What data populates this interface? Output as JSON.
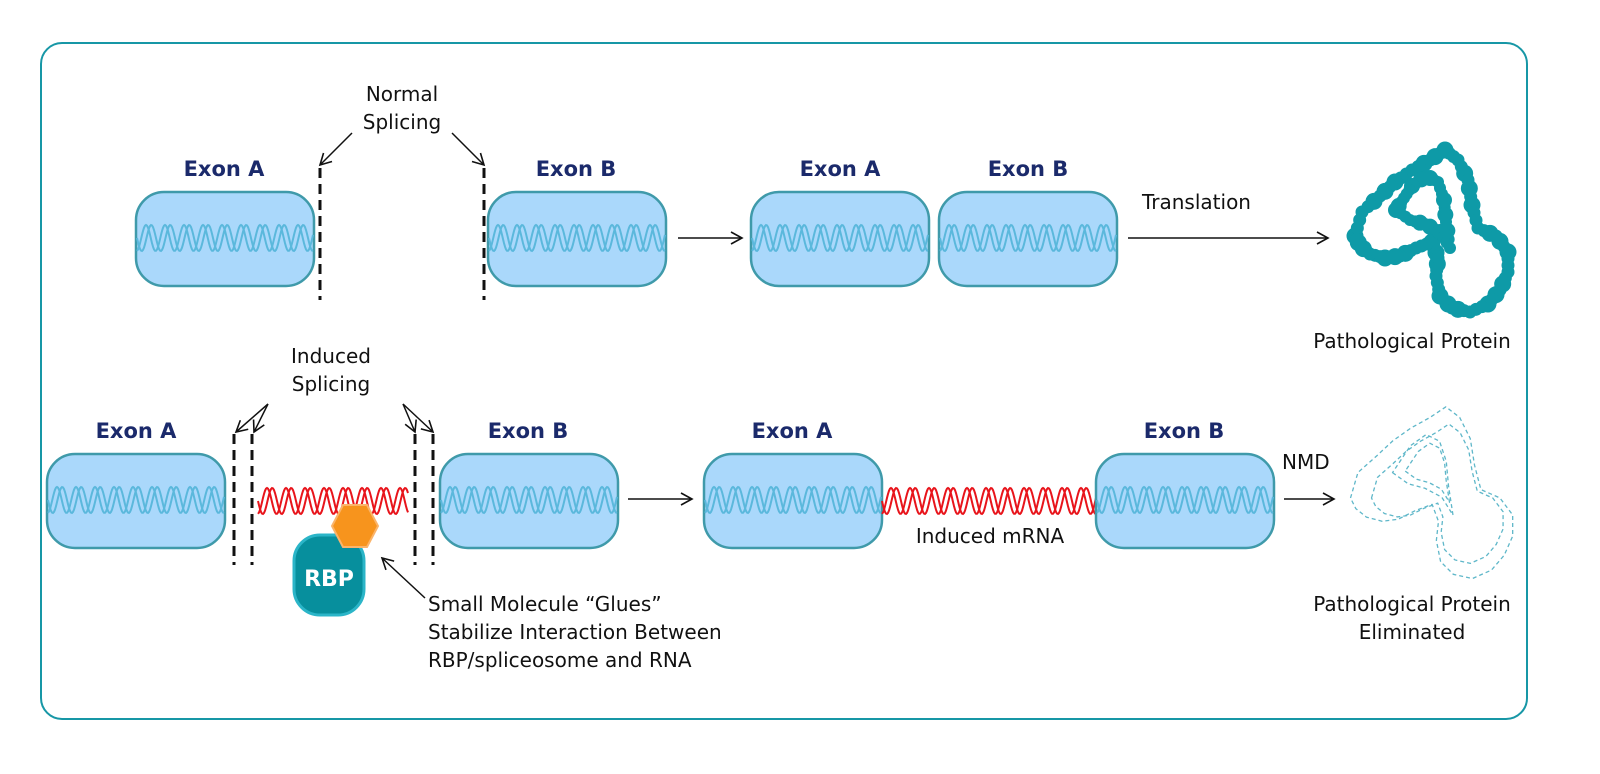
{
  "colors": {
    "frame": "#1797a6",
    "exon_fill": "#aad8fb",
    "exon_stroke": "#3f9aaa",
    "helix_exon": "#5bb8dc",
    "helix_intron": "#e8141b",
    "exon_label": "#1b2a6b",
    "protein": "#0e9aa7",
    "rbp": "#078f9d",
    "glue": "#f7941d"
  },
  "top_row": {
    "splicing_label_line1": "Normal",
    "splicing_label_line2": "Splicing",
    "pre_mrna": {
      "exon_a": "Exon A",
      "exon_b": "Exon B"
    },
    "mature_mrna": {
      "exon_a": "Exon A",
      "exon_b": "Exon B"
    },
    "translation_label": "Translation",
    "protein_label": "Pathological Protein"
  },
  "bottom_row": {
    "splicing_label_line1": "Induced",
    "splicing_label_line2": "Splicing",
    "pre_mrna": {
      "exon_a": "Exon A",
      "exon_b": "Exon B"
    },
    "rbp_label": "RBP",
    "glue_note": [
      "Small Molecule “Glues”",
      "Stabilize Interaction Between",
      "RBP/spliceosome and RNA"
    ],
    "mature_mrna": {
      "exon_a": "Exon A",
      "exon_b": "Exon B",
      "induced_label": "Induced mRNA"
    },
    "nmd_label": "NMD",
    "protein_label_line1": "Pathological Protein",
    "protein_label_line2": "Eliminated"
  }
}
